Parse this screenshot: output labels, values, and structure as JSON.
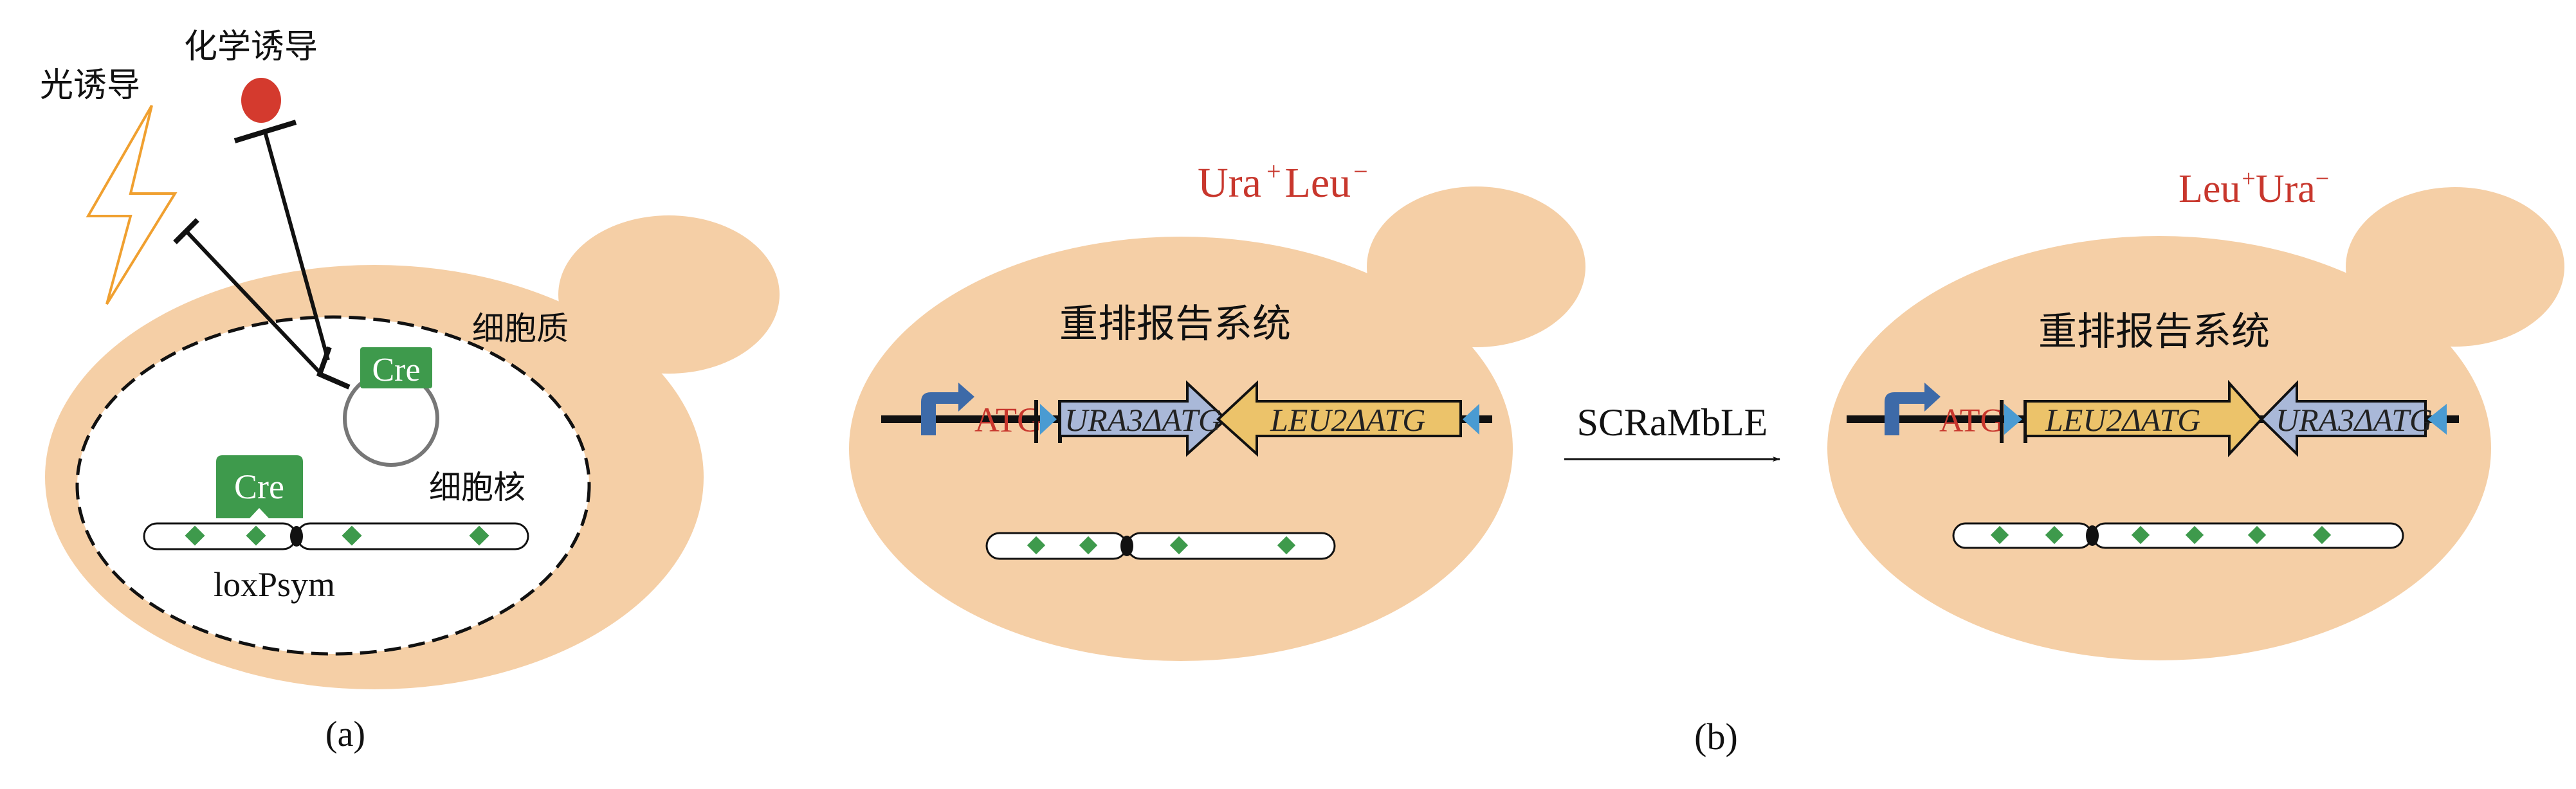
{
  "panel_a": {
    "light_label": "光诱导",
    "chem_label": "化学诱导",
    "cytoplasm_label": "细胞质",
    "nucleus_label": "细胞核",
    "cre_plasmid_label": "Cre",
    "cre_bound_label": "Cre",
    "loxpsym_label": "loxPsym",
    "caption": "(a)"
  },
  "panel_b": {
    "before": {
      "phenotype": {
        "base1": "Ura",
        "sup1": "+",
        "base2": "Leu",
        "sup2": "−"
      },
      "system_label": "重排报告系统",
      "atg": "ATG",
      "gene1": "URA3ΔATG",
      "gene2": "LEU2ΔATG"
    },
    "scramble_label": "SCRaMbLE",
    "after": {
      "phenotype": {
        "base1": "Leu",
        "sup1": "+",
        "base2": "Ura",
        "sup2": "−"
      },
      "system_label": "重排报告系统",
      "atg": "ATG",
      "gene1": "LEU2ΔATG",
      "gene2": "URA3ΔATG"
    },
    "caption": "(b)"
  },
  "colors": {
    "cell": "#f5cfa6",
    "green": "#3e9a4c",
    "red": "#c8372d",
    "ura": "#a9b8d8",
    "leu": "#ecc36a",
    "promoter": "#3d6aa8",
    "loxp_triangle": "#4a9bd2",
    "lightning": "#f0a030"
  }
}
